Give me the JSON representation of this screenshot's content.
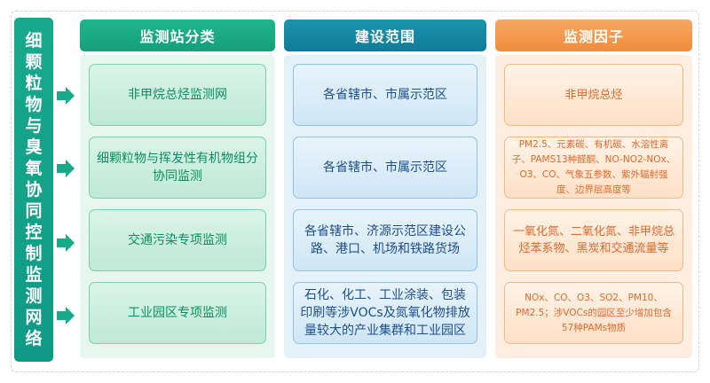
{
  "side_title": "细颗粒物与臭氧协同控制监测网络",
  "colors": {
    "side": "#12a089",
    "col1": "#1aac84",
    "col2": "#1589a3",
    "col3": "#f39a4e"
  },
  "columns": [
    {
      "header": "监测站分类",
      "cells": [
        "非甲烷总烃监测网",
        "细颗粒物与挥发性有机物组分协同监测",
        "交通污染专项监测",
        "工业园区专项监测"
      ]
    },
    {
      "header": "建设范围",
      "cells": [
        "各省辖市、市属示范区",
        "各省辖市、市属示范区",
        "各省辖市、济源示范区建设公路、港口、机场和铁路货场",
        "石化、化工、工业涂装、包装印刷等涉VOCs及氮氧化物排放量较大的产业集群和工业园区"
      ]
    },
    {
      "header": "监测因子",
      "cells": [
        "非甲烷总烃",
        "PM2.5、元素碳、有机碳、水溶性离子、PAMS13种醛酮、NO-NO2-NOx、O3、CO、气象五参数、紫外辐射强度、边界层高度等",
        "一氧化氮、二氧化氮、非甲烷总烃苯系物、黑炭和交通流量等",
        "NOx、CO、O3、SO2、PM10、PM2.5；涉VOCs的园区至少增加包含57种PAMs物质"
      ]
    }
  ]
}
